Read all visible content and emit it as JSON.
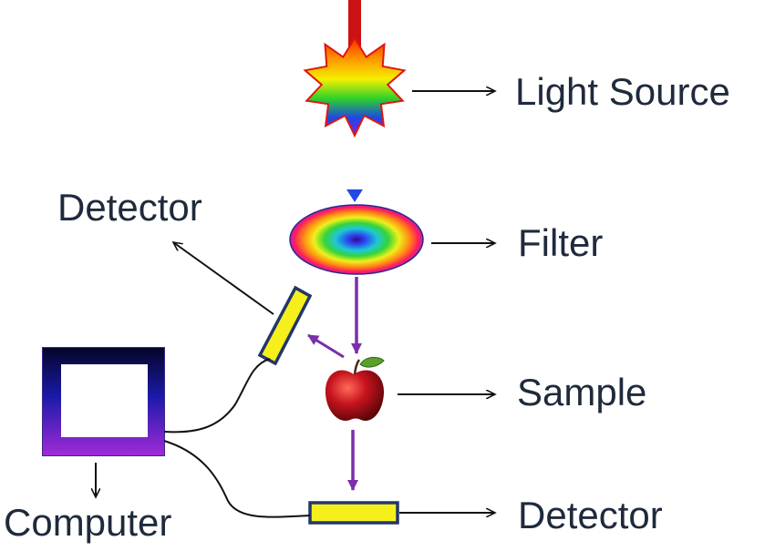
{
  "labels": {
    "light_source": "Light Source",
    "filter": "Filter",
    "sample": "Sample",
    "detector_top": "Detector",
    "detector_bottom": "Detector",
    "computer": "Computer"
  },
  "colors": {
    "text": "#1f2a3c",
    "arrow_black": "#111111",
    "beam_purple": "#7b2fa8",
    "detector_fill": "#f5ef1c",
    "detector_border": "#23356b",
    "light_shaft": "#cc1212",
    "computer_top": "#05052a",
    "computer_bottom": "#9a2ad8",
    "apple": "#b5121b"
  },
  "icons": {
    "light_source": "sun-burst-icon",
    "filter": "rainbow-disc-icon",
    "sample": "apple-icon",
    "computer": "monitor-frame-icon",
    "detector": "detector-bar-icon"
  }
}
